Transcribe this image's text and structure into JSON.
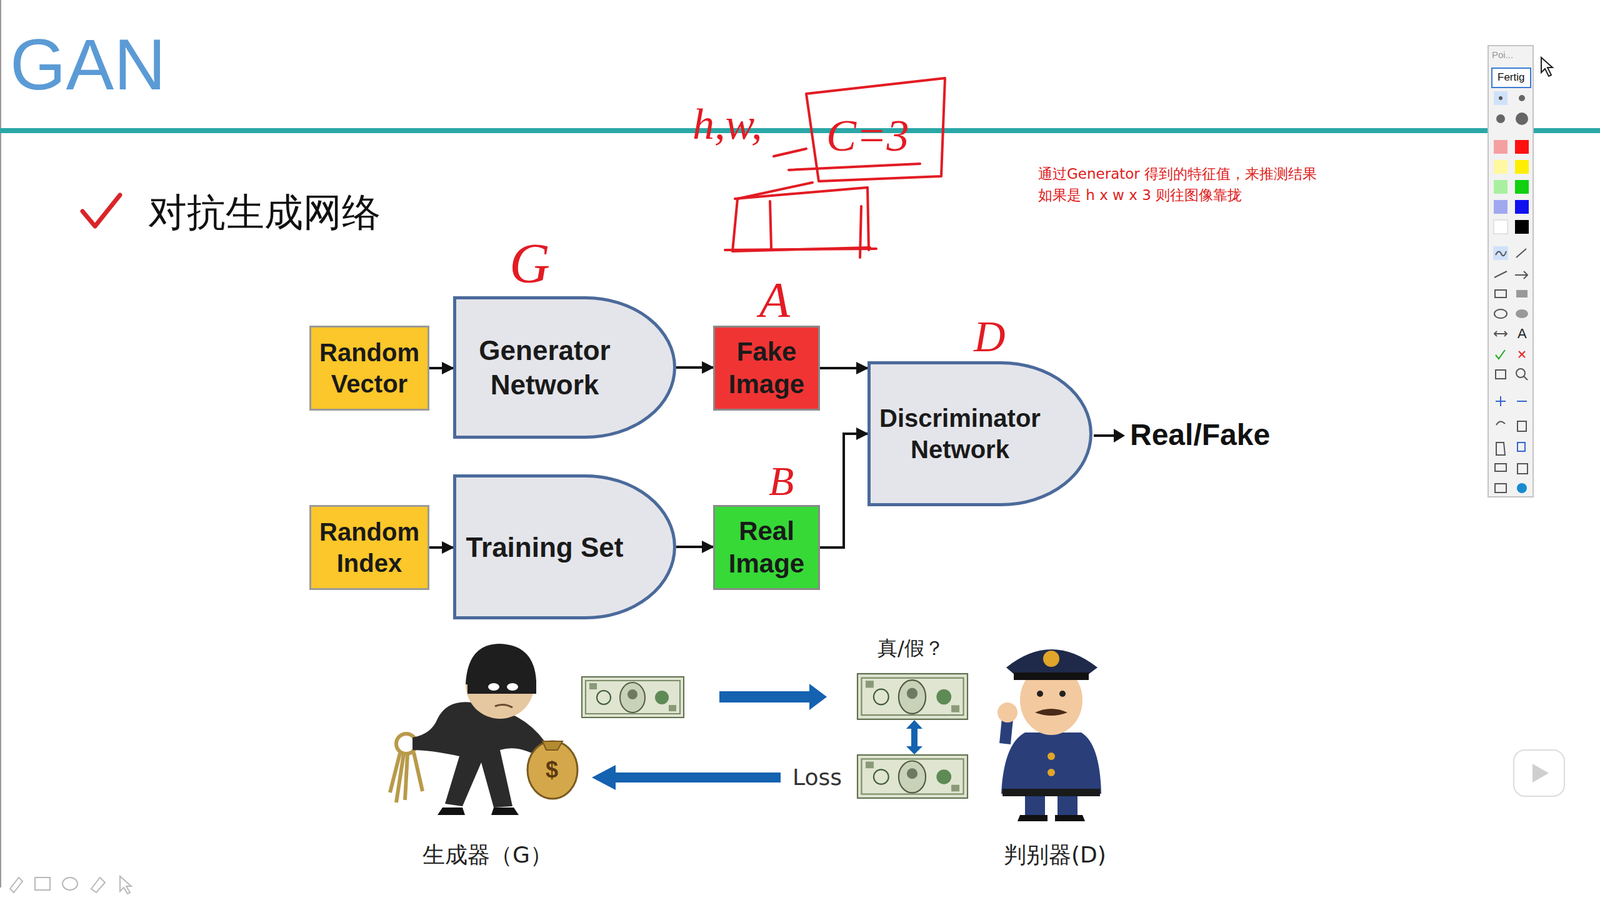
{
  "diagram": {
    "title": "GAN",
    "nodes": [
      {
        "text": [
          "Random Vector"
        ]
      },
      {
        "text": [
          "Generator Network"
        ]
      },
      {
        "text": [
          "Fake Image"
        ]
      },
      {
        "text": [
          "Random Index"
        ]
      },
      {
        "text": [
          "Training Set"
        ]
      },
      {
        "text": [
          "Real Image"
        ]
      },
      {
        "text": [
          "Discriminator Network"
        ]
      }
    ],
    "edges": [
      {
        "from": 0,
        "to": 1,
        "arrow": "to"
      },
      {
        "from": 1,
        "to": 2,
        "arrow": "to"
      },
      {
        "from": 3,
        "to": 4,
        "arrow": "to"
      },
      {
        "from": 4,
        "to": 5,
        "arrow": "to"
      },
      {
        "from": 2,
        "to": 6,
        "arrow": "to"
      },
      {
        "from": 5,
        "to": 6,
        "arrow": "to"
      }
    ],
    "labels": [
      "对抗生成网络",
      "h,w,",
      "C=3",
      "G",
      "A",
      "B",
      "D",
      "通过Generator 得到的特征值，来推测结果",
      "如果是 h x w x 3 则往图像靠拢",
      "Real/Fake",
      "真/假？",
      "Loss",
      "$",
      "生成器（G）",
      "判别器(D)",
      "Poi...",
      "Fertig",
      "A"
    ]
  }
}
